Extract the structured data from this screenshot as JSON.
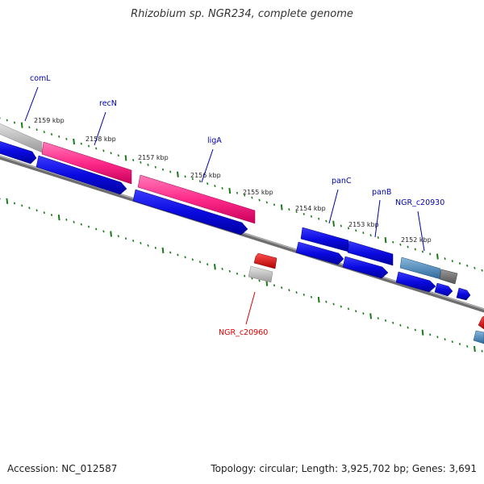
{
  "title": "Rhizobium sp. NGR234, complete genome",
  "footer": {
    "accession": "Accession: NC_012587",
    "topology": "Topology: circular; Length: 3,925,702 bp; Genes: 3,691"
  },
  "kbp_labels": [
    "2159 kbp",
    "2158 kbp",
    "2157 kbp",
    "2156 kbp",
    "2155 kbp",
    "2154 kbp",
    "2153 kbp",
    "2152 kbp"
  ],
  "gene_labels": [
    {
      "name": "comL",
      "color": "#0000aa"
    },
    {
      "name": "recN",
      "color": "#0000aa"
    },
    {
      "name": "ligA",
      "color": "#0000aa"
    },
    {
      "name": "panC",
      "color": "#0000aa"
    },
    {
      "name": "panB",
      "color": "#0000aa"
    },
    {
      "name": "NGR_c20930",
      "color": "#0000aa"
    },
    {
      "name": "NGR_c20960",
      "color": "#dd0000"
    }
  ],
  "colors": {
    "backbone": "#777777",
    "cds": "#1010e8",
    "highlight": "#ff2a8a",
    "gray_gene": "#bdbdbd",
    "red_gene": "#ee0000",
    "steel_gene": "#4a86b8",
    "tick": "#1a7a1a"
  }
}
